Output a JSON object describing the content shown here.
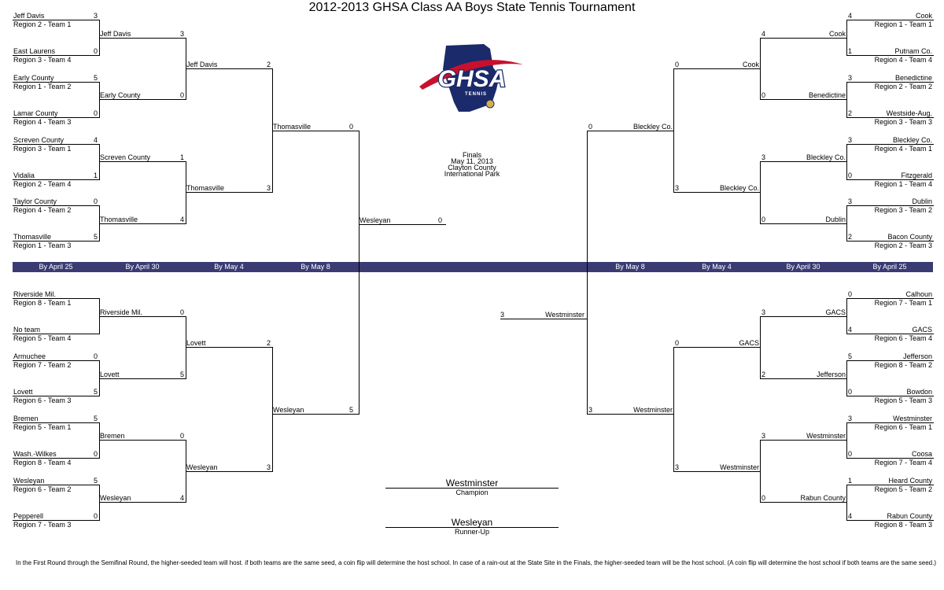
{
  "title": "2012-2013 GHSA Class AA Boys State Tennis Tournament",
  "logo": {
    "text": "GHSA",
    "subtext": "TENNIS",
    "colors": {
      "navy": "#1b2a6b",
      "red": "#c8102e",
      "gold": "#d4b24c"
    }
  },
  "dates": {
    "left": [
      "By April 25",
      "By April 30",
      "By May 4",
      "By May 8"
    ],
    "right": [
      "By May 8",
      "By May 4",
      "By April 30",
      "By April 25"
    ]
  },
  "finals": {
    "lines": [
      "Finals",
      "May 11, 2013",
      "Clayton County",
      "International Park"
    ]
  },
  "champion": {
    "team": "Westminster",
    "label": "Champion"
  },
  "runner_up": {
    "team": "Wesleyan",
    "label": "Runner-Up"
  },
  "band_color": "#3a3b73",
  "footer": "In the First Round through the Semifinal Round, the higher-seeded team will host.  if both teams are the same seed, a coin flip will determine the host school.  In case of a rain-out at the State Site in the Finals, the higher-seeded team will be the host school. (A coin flip will determine the host school if both teams are the same seed.)",
  "left_top": {
    "r1": [
      {
        "team": "Jeff Davis",
        "seed": "Region 2 - Team 1",
        "score": "3"
      },
      {
        "team": "East Laurens",
        "seed": "Region 3 - Team 4",
        "score": "0"
      },
      {
        "team": "Early County",
        "seed": "Region 1 - Team 2",
        "score": "5"
      },
      {
        "team": "Lamar County",
        "seed": "Region 4 - Team 3",
        "score": "0"
      },
      {
        "team": "Screven County",
        "seed": "Region 3 - Team 1",
        "score": "4"
      },
      {
        "team": "Vidalia",
        "seed": "Region 2 - Team 4",
        "score": "1"
      },
      {
        "team": "Taylor County",
        "seed": "Region 4 - Team 2",
        "score": "0"
      },
      {
        "team": "Thomasville",
        "seed": "Region 1 - Team 3",
        "score": "5"
      }
    ],
    "r2": [
      {
        "team": "Jeff Davis",
        "score": "3"
      },
      {
        "team": "Early County",
        "score": "0"
      },
      {
        "team": "Screven County",
        "score": "1"
      },
      {
        "team": "Thomasville",
        "score": "4"
      }
    ],
    "r3": [
      {
        "team": "Jeff Davis",
        "score": "2"
      },
      {
        "team": "Thomasville",
        "score": "3"
      }
    ],
    "r4": {
      "team": "Thomasville",
      "score": "0"
    }
  },
  "left_bottom": {
    "r1": [
      {
        "team": "Riverside Mil.",
        "seed": "Region 8 - Team 1",
        "score": ""
      },
      {
        "team": "No team",
        "seed": "Region 5 - Team 4",
        "score": ""
      },
      {
        "team": "Armuchee",
        "seed": "Region 7 - Team 2",
        "score": "0"
      },
      {
        "team": "Lovett",
        "seed": "Region 6 - Team 3",
        "score": "5"
      },
      {
        "team": "Bremen",
        "seed": "Region 5 - Team 1",
        "score": "5"
      },
      {
        "team": "Wash.-Wilkes",
        "seed": "Region 8 - Team 4",
        "score": "0"
      },
      {
        "team": "Wesleyan",
        "seed": "Region 6 - Team 2",
        "score": "5"
      },
      {
        "team": "Pepperell",
        "seed": "Region 7 - Team 3",
        "score": "0"
      }
    ],
    "r2": [
      {
        "team": "Riverside Mil.",
        "score": "0"
      },
      {
        "team": "Lovett",
        "score": "5"
      },
      {
        "team": "Bremen",
        "score": "0"
      },
      {
        "team": "Wesleyan",
        "score": "4"
      }
    ],
    "r3": [
      {
        "team": "Lovett",
        "score": "2"
      },
      {
        "team": "Wesleyan",
        "score": "3"
      }
    ],
    "r4": {
      "team": "Wesleyan",
      "score": "5"
    }
  },
  "left_final": {
    "team": "Wesleyan",
    "score": "0"
  },
  "right_top": {
    "r1": [
      {
        "team": "Cook",
        "seed": "Region 1 - Team 1",
        "score": "4"
      },
      {
        "team": "Putnam Co.",
        "seed": "Region 4 - Team 4",
        "score": "1"
      },
      {
        "team": "Benedictine",
        "seed": "Region 2 - Team 2",
        "score": "3"
      },
      {
        "team": "Westside-Aug.",
        "seed": "Region 3 - Team 3",
        "score": "2"
      },
      {
        "team": "Bleckley Co.",
        "seed": "Region 4 - Team 1",
        "score": "3"
      },
      {
        "team": "Fitzgerald",
        "seed": "Region 1 - Team 4",
        "score": "0"
      },
      {
        "team": "Dublin",
        "seed": "Region 3 - Team 2",
        "score": "3"
      },
      {
        "team": "Bacon County",
        "seed": "Region 2 - Team 3",
        "score": "2"
      }
    ],
    "r2": [
      {
        "team": "Cook",
        "score": "4"
      },
      {
        "team": "Benedictine",
        "score": "0"
      },
      {
        "team": "Bleckley Co.",
        "score": "3"
      },
      {
        "team": "Dublin",
        "score": "0"
      }
    ],
    "r3": [
      {
        "team": "Cook",
        "score": "0"
      },
      {
        "team": "Bleckley Co.",
        "score": "3"
      }
    ],
    "r4": {
      "team": "Bleckley Co.",
      "score": "0"
    }
  },
  "right_bottom": {
    "r1": [
      {
        "team": "Calhoun",
        "seed": "Region 7 - Team 1",
        "score": "0"
      },
      {
        "team": "GACS",
        "seed": "Region 6 - Team 4",
        "score": "4"
      },
      {
        "team": "Jefferson",
        "seed": "Region 8 - Team 2",
        "score": "5"
      },
      {
        "team": "Bowdon",
        "seed": "Region 5 - Team 3",
        "score": "0"
      },
      {
        "team": "Westminster",
        "seed": "Region 6 - Team 1",
        "score": "3"
      },
      {
        "team": "Coosa",
        "seed": "Region 7 - Team 4",
        "score": "0"
      },
      {
        "team": "Heard County",
        "seed": "Region 5 - Team 2",
        "score": "1"
      },
      {
        "team": "Rabun County",
        "seed": "Region 8 - Team 3",
        "score": "4"
      }
    ],
    "r2": [
      {
        "team": "GACS",
        "score": "3"
      },
      {
        "team": "Jefferson",
        "score": "2"
      },
      {
        "team": "Westminster",
        "score": "3"
      },
      {
        "team": "Rabun County",
        "score": "0"
      }
    ],
    "r3": [
      {
        "team": "GACS",
        "score": "0"
      },
      {
        "team": "Westminster",
        "score": "3"
      }
    ],
    "r4": {
      "team": "Westminster",
      "score": "3"
    }
  },
  "right_final": {
    "team": "Westminster",
    "score": "3"
  }
}
